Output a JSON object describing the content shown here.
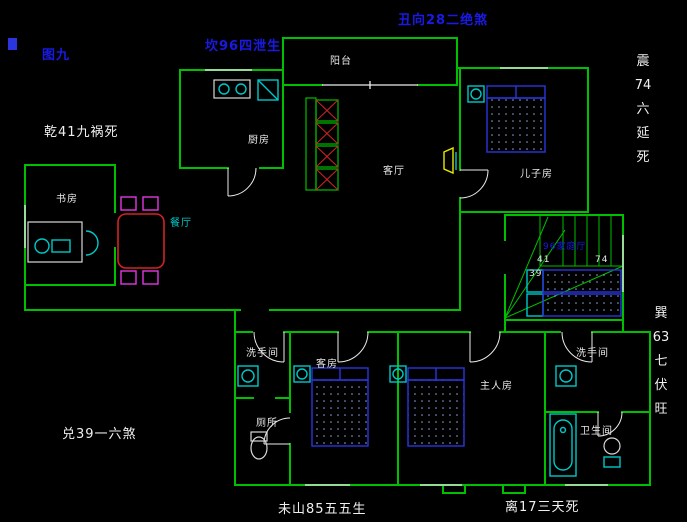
{
  "figure": {
    "label": "图九"
  },
  "compass": {
    "top": "丑向28二绝煞",
    "kan": "坎96四泄生",
    "qian": "乾41九祸死",
    "dui": "兑39一六煞",
    "wei": "未山85五五生",
    "li": "离17三天死",
    "zhen": [
      "震",
      "74",
      "六",
      "延",
      "死"
    ],
    "xun": [
      "巽",
      "63",
      "七",
      "伏",
      "旺"
    ]
  },
  "rooms": {
    "balcony": "阳台",
    "kitchen": "厨房",
    "dining": "餐厅",
    "living": "客厅",
    "study": "书房",
    "son": "儿子房",
    "guest": "客房",
    "master": "主人房",
    "wash_left": "洗手间",
    "wash_right": "洗手间",
    "toilet": "厕所",
    "bathroom": "卫生间"
  },
  "stair": {
    "hall": "96家庭厅",
    "numbers": [
      "41",
      "74",
      "39"
    ]
  },
  "colors": {
    "wall": "#00bf00",
    "label_blue": "#1a1ae6",
    "label_white": "#f0f0f0",
    "furniture_cyan": "#00c8c8",
    "bed_blue": "#2a35dd",
    "table_red": "#d42222",
    "chair_magenta": "#e236e2",
    "background": "#000000"
  }
}
